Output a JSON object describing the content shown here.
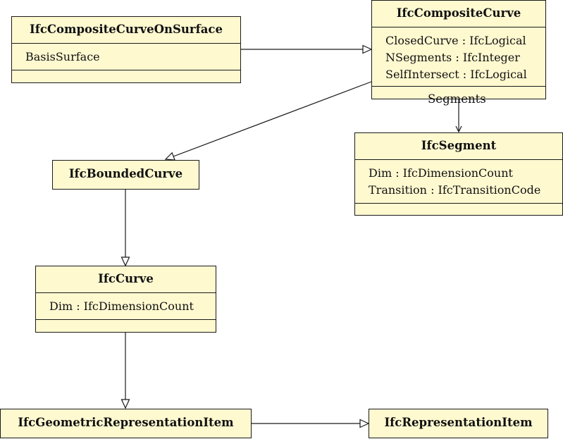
{
  "classes": {
    "composite_curve_on_surface": {
      "name": "IfcCompositeCurveOnSurface",
      "attributes": [
        "BasisSurface"
      ]
    },
    "composite_curve": {
      "name": "IfcCompositeCurve",
      "attributes": [
        "ClosedCurve : IfcLogical",
        "NSegments : IfcInteger",
        "SelfIntersect : IfcLogical"
      ]
    },
    "segment": {
      "name": "IfcSegment",
      "attributes": [
        "Dim : IfcDimensionCount",
        "Transition : IfcTransitionCode"
      ]
    },
    "bounded_curve": {
      "name": "IfcBoundedCurve"
    },
    "curve": {
      "name": "IfcCurve",
      "attributes": [
        "Dim : IfcDimensionCount"
      ]
    },
    "geometric_representation_item": {
      "name": "IfcGeometricRepresentationItem"
    },
    "representation_item": {
      "name": "IfcRepresentationItem"
    }
  },
  "associations": {
    "segments_role": "Segments"
  }
}
